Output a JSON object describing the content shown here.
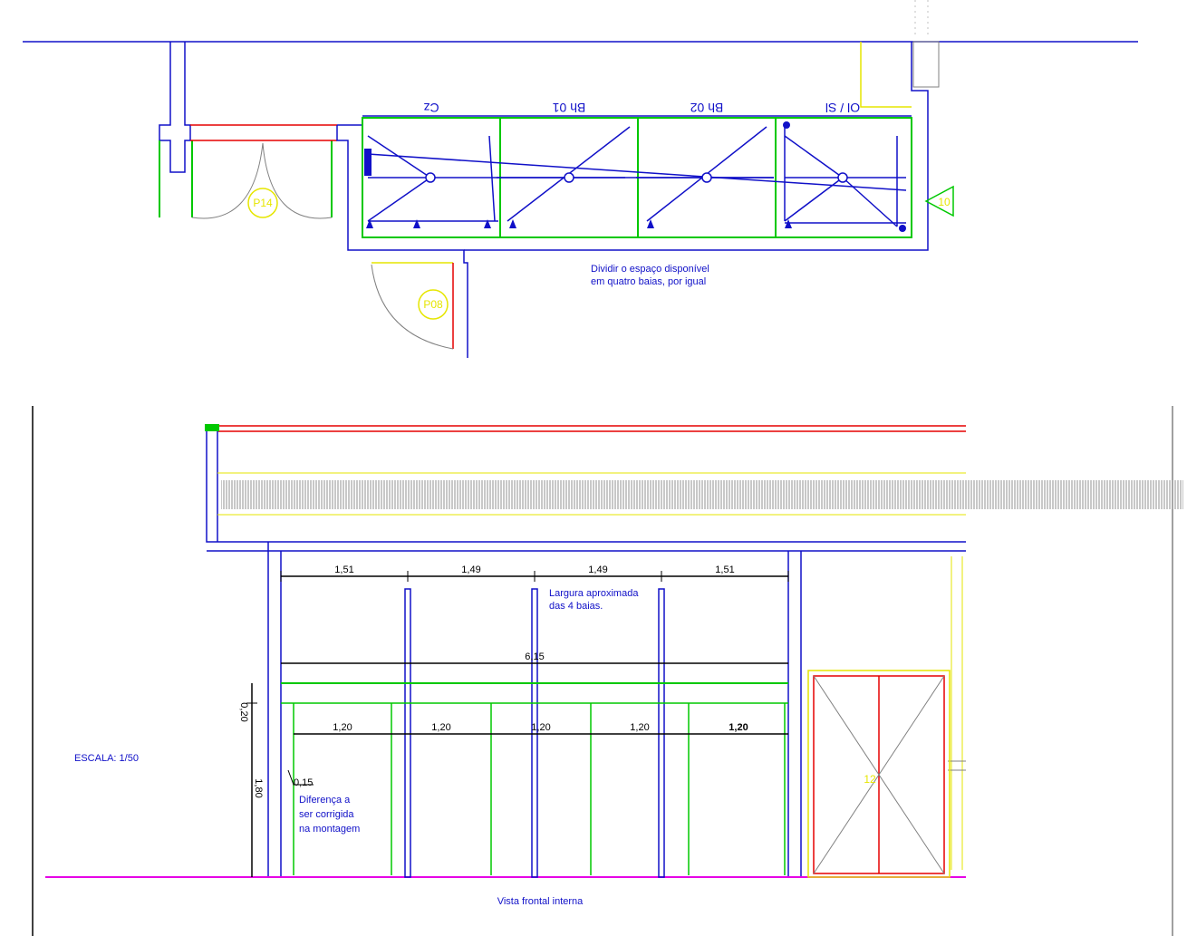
{
  "plan": {
    "bay_labels": [
      "Cz",
      "Bh 01",
      "Bh 02",
      "Ol / Sl"
    ],
    "door_tags": [
      "P14",
      "P08"
    ],
    "marker_tag": "10",
    "note_line1": "Dividir o espaço disponível",
    "note_line2": "em quatro baias, por igual"
  },
  "elevation": {
    "top_dims": [
      "1,51",
      "1,49",
      "1,49",
      "1,51"
    ],
    "total_dim": "6,15",
    "bottom_dims": [
      "1,20",
      "1,20",
      "1,20",
      "1,20",
      "1,20"
    ],
    "width_note_line1": "Largura aproximada",
    "width_note_line2": "das 4 baias.",
    "dim_020": "0,20",
    "dim_180": "1,80",
    "dim_015": "0,15",
    "diff_note": [
      "Diferença a",
      "ser corrigida",
      "na montagem"
    ],
    "scale": "ESCALA: 1/50",
    "view_title": "Vista frontal interna",
    "door_tag": "12"
  },
  "colors": {
    "wall": "#1010c8",
    "green": "#00c800",
    "red": "#e60000",
    "yellow": "#e6e600",
    "magenta": "#e600e6",
    "gray": "#808080"
  }
}
